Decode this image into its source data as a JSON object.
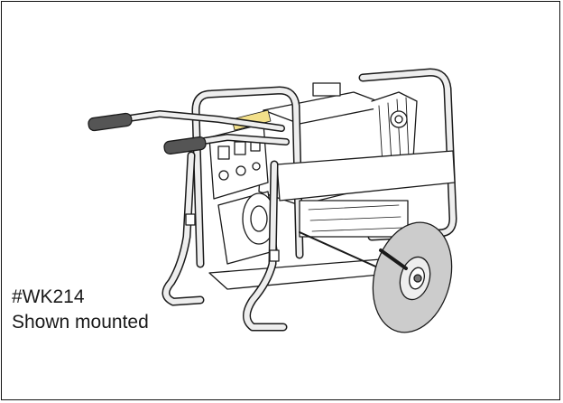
{
  "caption": {
    "part_number": "#WK214",
    "description": "Shown mounted"
  },
  "colors": {
    "frame_border": "#111111",
    "tube_fill": "#eeeeee",
    "handle_grip": "#555555",
    "wheel_tire": "#cccccc",
    "highlight": "#f3e08a",
    "line": "#1a1a1a"
  },
  "icons": {
    "illustration": "generator-with-wheel-kit-drawing"
  }
}
